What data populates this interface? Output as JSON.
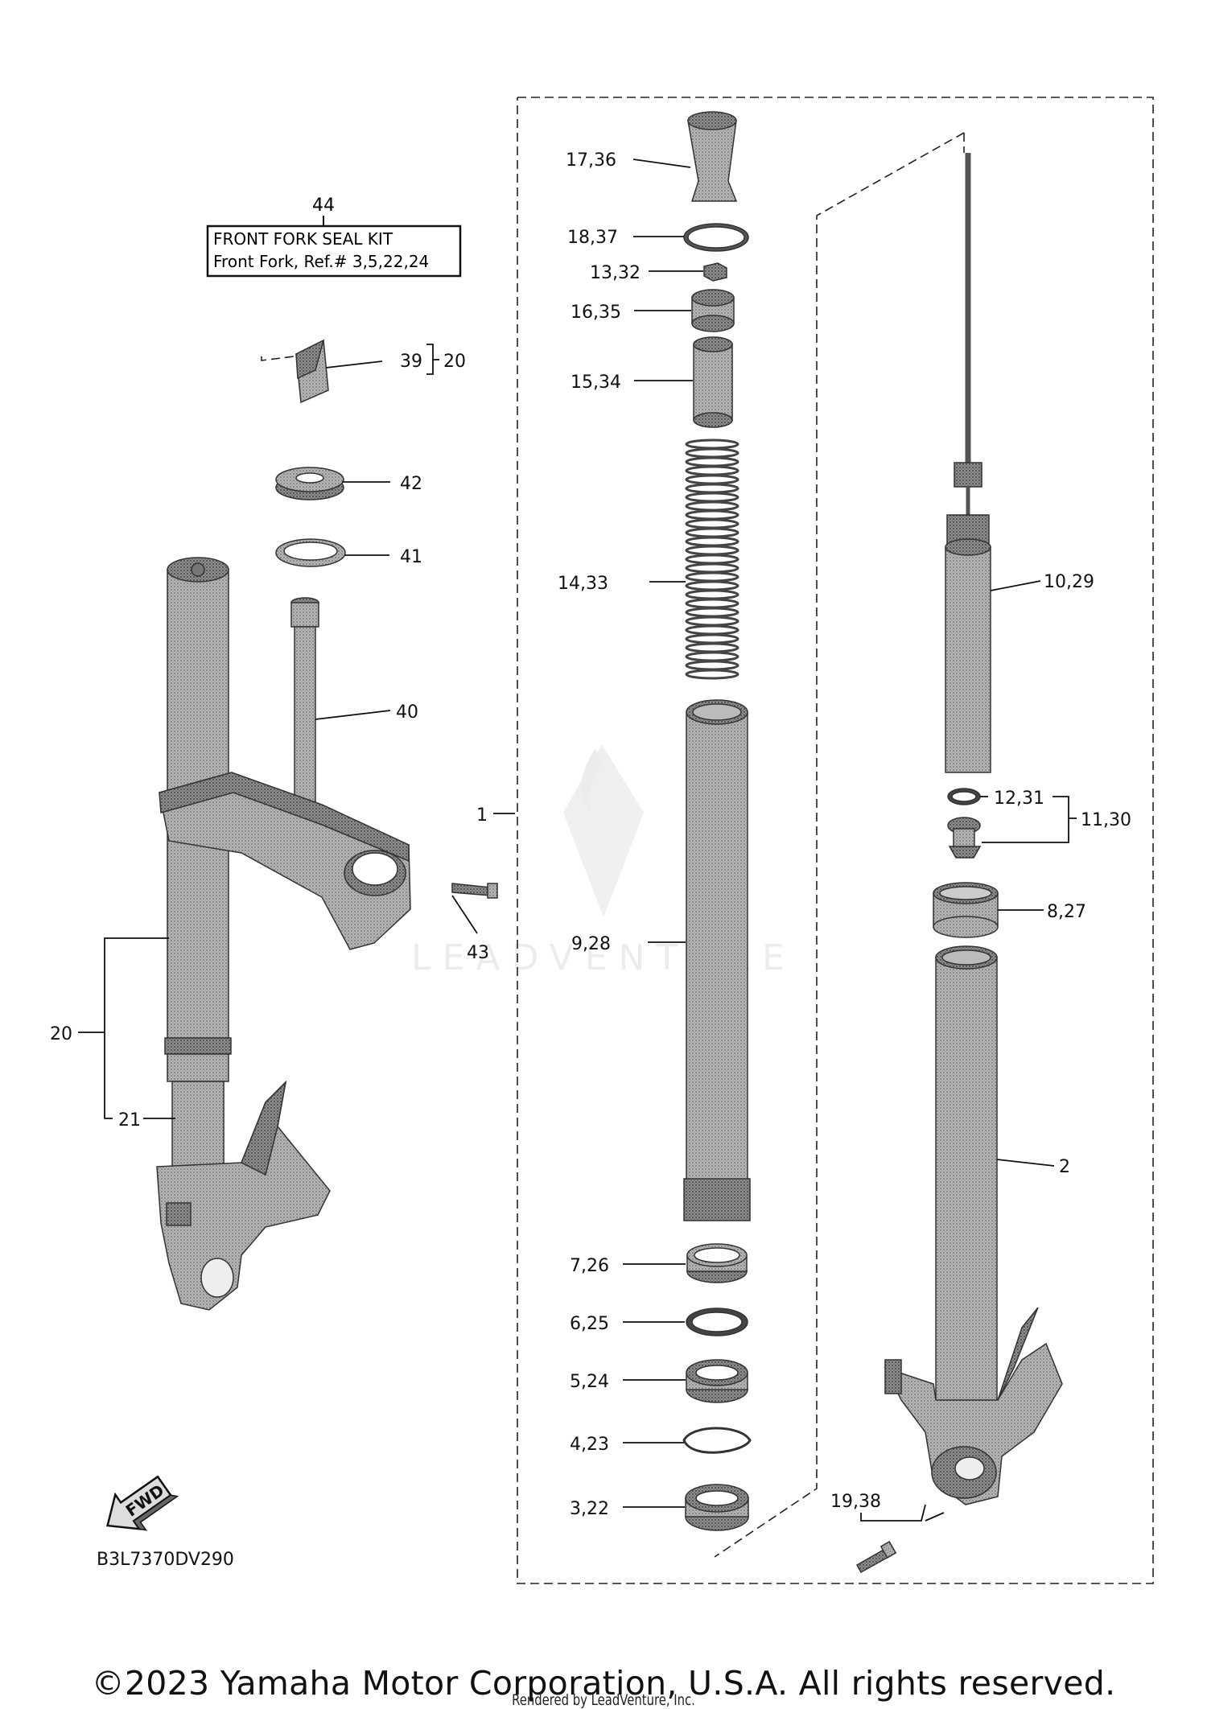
{
  "diagram": {
    "code": "B3L7370DV290",
    "fwd_label": "FWD",
    "kit": {
      "number": "44",
      "line1": "FRONT FORK SEAL KIT",
      "line2": "Front Fork, Ref.# 3,5,22,24"
    },
    "callouts": {
      "c17_36": "17,36",
      "c18_37": "18,37",
      "c13_32": "13,32",
      "c16_35": "16,35",
      "c15_34": "15,34",
      "c14_33": "14,33",
      "c9_28": "9,28",
      "c7_26": "7,26",
      "c6_25": "6,25",
      "c5_24": "5,24",
      "c4_23": "4,23",
      "c3_22": "3,22",
      "c10_29": "10,29",
      "c12_31": "12,31",
      "c11_30": "11,30",
      "c8_27": "8,27",
      "c2": "2",
      "c19_38": "19,38",
      "c1": "1",
      "c39": "39",
      "c20a": "20",
      "c42": "42",
      "c41": "41",
      "c40": "40",
      "c43": "43",
      "c20b": "20",
      "c21": "21"
    },
    "watermark": "LEADVENTURE"
  },
  "footer": {
    "copyright": "©2023 Yamaha Motor Corporation, U.S.A. All rights reserved.",
    "rendered_by": "Rendered by LeadVenture, Inc."
  },
  "colors": {
    "part_fill": "#a9a9a9",
    "part_dark": "#6f6f6f",
    "line": "#111111"
  }
}
